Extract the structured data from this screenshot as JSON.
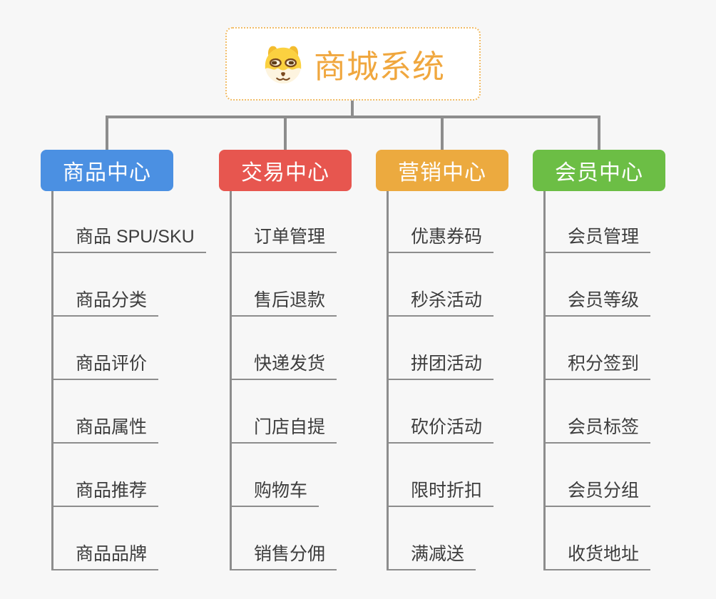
{
  "colors": {
    "background": "#f7f7f7",
    "line": "#8d8d8d",
    "child_text": "#3d3d3d",
    "root_border": "#f1bc66",
    "root_title": "#f0a73e"
  },
  "root": {
    "title": "商城系统",
    "icon": "shiba-dog-icon"
  },
  "branches": [
    {
      "label": "商品中心",
      "color": "#4b90e2",
      "children": [
        "商品 SPU/SKU",
        "商品分类",
        "商品评价",
        "商品属性",
        "商品推荐",
        "商品品牌"
      ]
    },
    {
      "label": "交易中心",
      "color": "#e7564f",
      "children": [
        "订单管理",
        "售后退款",
        "快递发货",
        "门店自提",
        "购物车",
        "销售分佣"
      ]
    },
    {
      "label": "营销中心",
      "color": "#ecaa3f",
      "children": [
        "优惠券码",
        "秒杀活动",
        "拼团活动",
        "砍价活动",
        "限时折扣",
        "满减送"
      ]
    },
    {
      "label": "会员中心",
      "color": "#6cbe45",
      "children": [
        "会员管理",
        "会员等级",
        "积分签到",
        "会员标签",
        "会员分组",
        "收货地址"
      ]
    }
  ]
}
